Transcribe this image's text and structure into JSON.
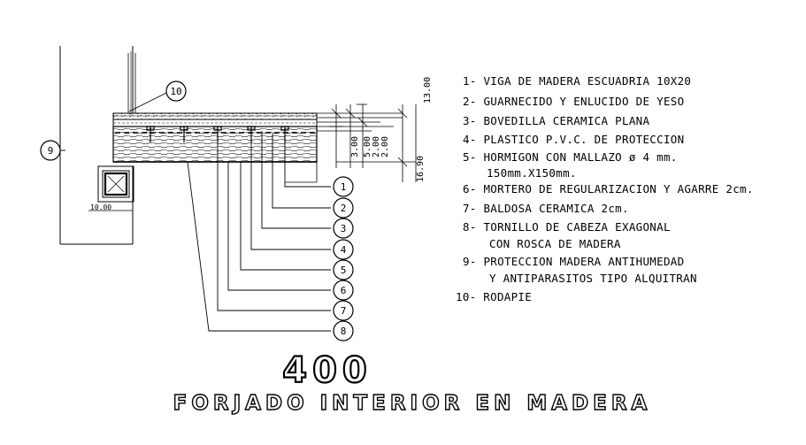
{
  "legend": [
    "1- VIGA DE MADERA ESCUADRIA 10X20",
    "2- GUARNECIDO Y ENLUCIDO DE YESO",
    "3- BOVEDILLA CERAMICA PLANA",
    "4- PLASTICO P.V.C. DE PROTECCION",
    "5- HORMIGON CON MALLAZO ø 4 mm.",
    "150mm.X150mm.",
    "6- MORTERO DE REGULARIZACION Y AGARRE 2cm.",
    "7- BALDOSA CERAMICA 2cm.",
    "8- TORNILLO DE CABEZA EXAGONAL",
    "CON ROSCA DE MADERA",
    "9- PROTECCION MADERA ANTIHUMEDAD",
    "Y ANTIPARASITOS TIPO ALQUITRAN",
    "10- RODAPIE"
  ],
  "dimensions": {
    "d1": "13.00",
    "d2": "3.00",
    "d3": "5.00",
    "d4": "2.00",
    "d5": "2.00",
    "d6": "16.90",
    "d7": "10.00"
  },
  "bubbles": [
    "1",
    "2",
    "3",
    "4",
    "5",
    "6",
    "7",
    "8",
    "9",
    "10"
  ],
  "title": {
    "number": "400",
    "name": "FORJADO INTERIOR EN MADERA"
  }
}
